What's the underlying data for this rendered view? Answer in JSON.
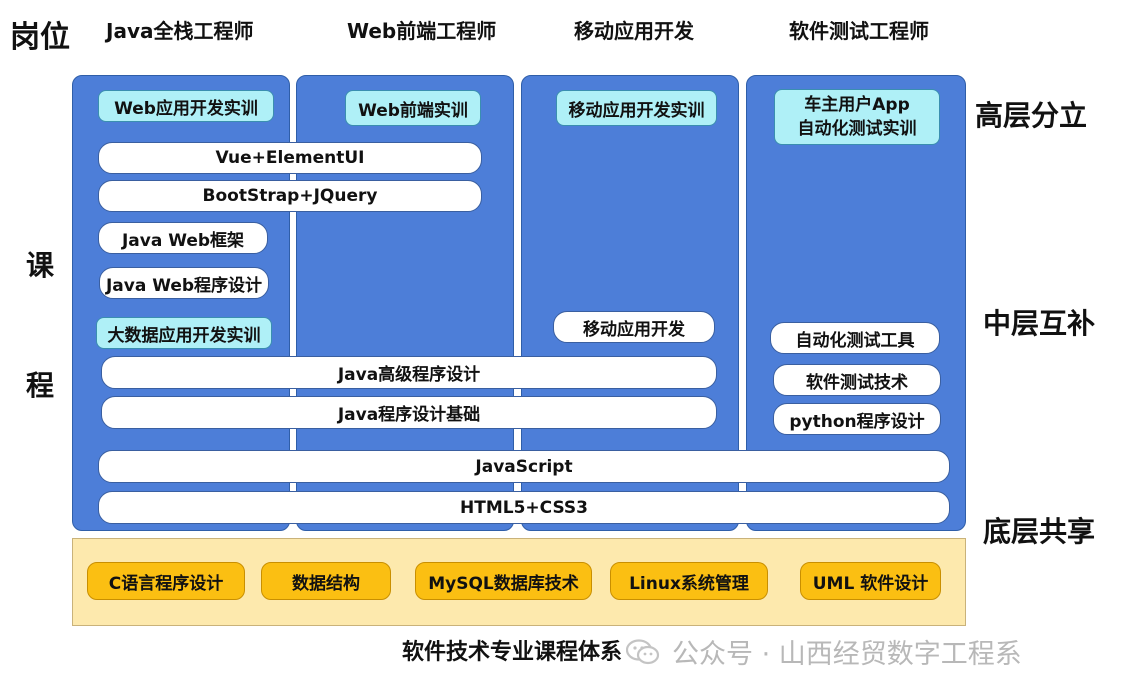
{
  "header": {
    "label": "岗位",
    "positions": [
      "Java全栈工程师",
      "Web前端工程师",
      "移动应用开发",
      "软件测试工程师"
    ]
  },
  "side_labels": {
    "course_1": "课",
    "course_2": "程",
    "high": "高层分立",
    "middle": "中层互补",
    "low": "底层共享"
  },
  "columns": {
    "java": {
      "practice": "Web应用开发实训",
      "items": [
        "Vue+ElementUI",
        "BootStrap+JQuery",
        "Java Web框架",
        "Java Web程序设计"
      ],
      "bigdata": "大数据应用开发实训"
    },
    "web": {
      "practice": "Web前端实训"
    },
    "mobile": {
      "practice": "移动应用开发实训",
      "item": "移动应用开发"
    },
    "test": {
      "practice_line1": "车主用户App",
      "practice_line2": "自动化测试实训",
      "items": [
        "自动化测试工具",
        "软件测试技术",
        "python程序设计"
      ]
    }
  },
  "shared_java": [
    "Java高级程序设计",
    "Java程序设计基础"
  ],
  "shared_all": [
    "JavaScript",
    "HTML5+CSS3"
  ],
  "foundation": [
    "C语言程序设计",
    "数据结构",
    "MySQL数据库技术",
    "Linux系统管理",
    "UML 软件设计"
  ],
  "footer": {
    "title": "软件技术专业课程体系",
    "watermark": "公众号 · 山西经贸数字工程系"
  },
  "colors": {
    "column_blue": "#4d7ed8",
    "practice_cyan": "#aff0f7",
    "foundation_bg": "#fde9ad",
    "foundation_pill": "#fbbf12"
  }
}
